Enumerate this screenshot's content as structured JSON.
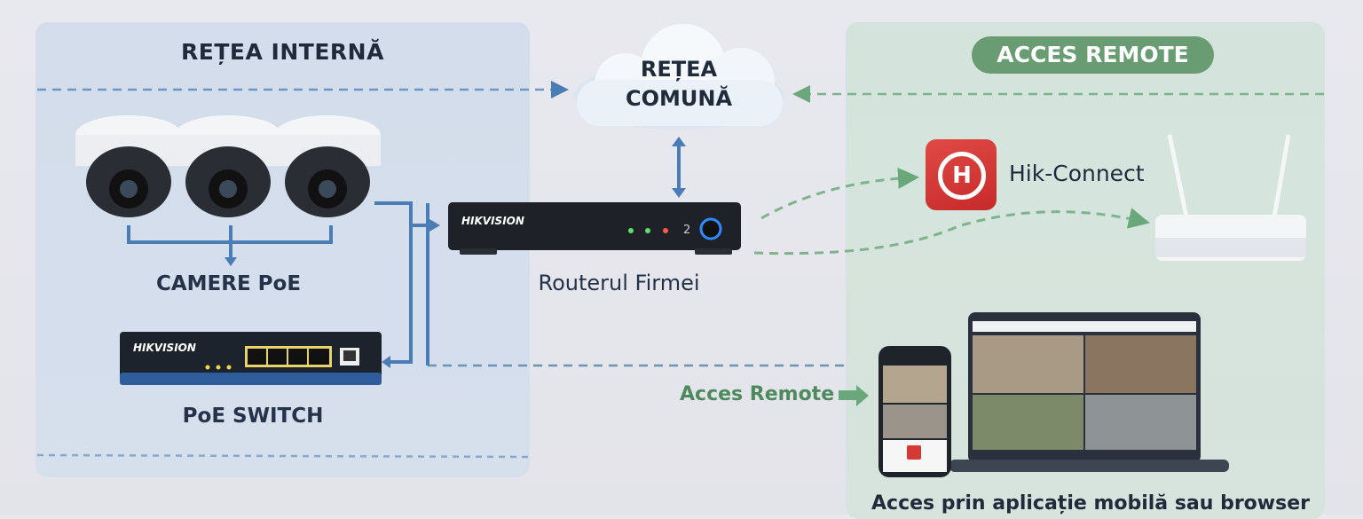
{
  "sections": {
    "internal": {
      "title": "REȚEA INTERNĂ",
      "color": "#d3ddeb"
    },
    "common": {
      "title_line1": "REȚEA",
      "title_line2": "COMUNĂ"
    },
    "remote": {
      "title": "ACCES REMOTE",
      "color": "#6a9c74"
    }
  },
  "devices": {
    "cameras": {
      "label": "CAMERE PoE",
      "count": 3
    },
    "switch": {
      "label": "PoE SWITCH",
      "brand": "HIKVISION"
    },
    "router": {
      "label": "Routerul Firmei",
      "brand": "HIKVISION",
      "channel_digit": "2"
    },
    "app": {
      "name": "Hik-Connect",
      "icon_letter": "H"
    }
  },
  "remote_access": {
    "arrow_label": "Acces Remote",
    "footer": "Acces prin aplicație mobilă sau browser"
  },
  "colors": {
    "internal_line": "#4a7db5",
    "remote_line": "#6aa87c",
    "text_dark": "#1f2a3a"
  }
}
